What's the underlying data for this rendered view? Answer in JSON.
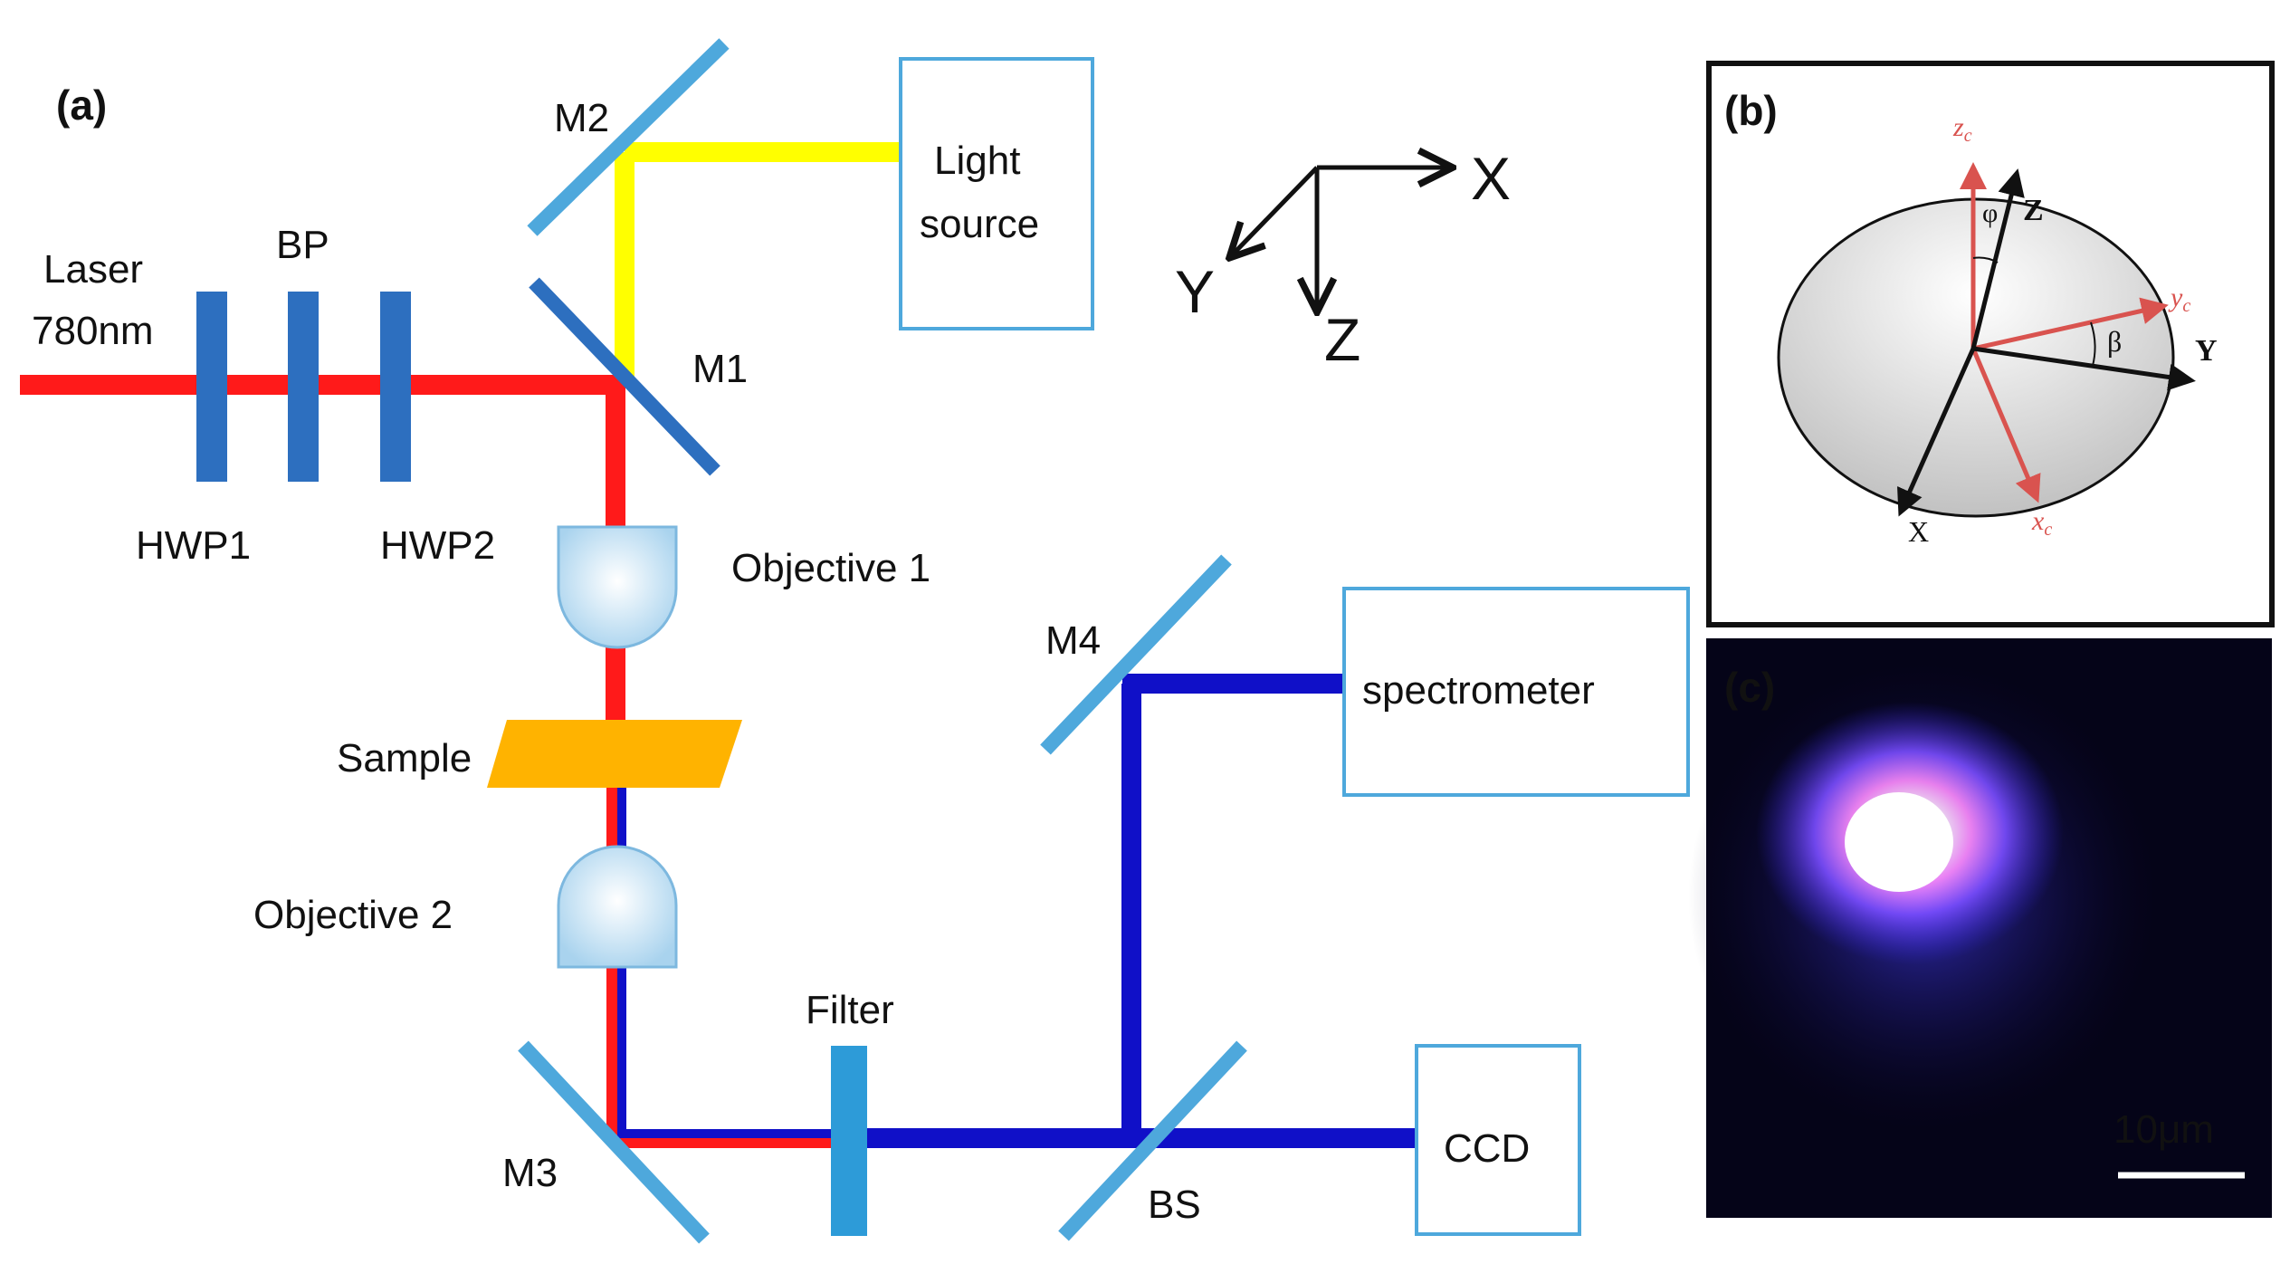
{
  "panel_a": {
    "label": "(a)",
    "laser": {
      "line1": "Laser",
      "line2": "780nm"
    },
    "bp": "BP",
    "hwp1": "HWP1",
    "hwp2": "HWP2",
    "m1": "M1",
    "m2": "M2",
    "m3": "M3",
    "m4": "M4",
    "bs": "BS",
    "light_source": {
      "line1": "Light",
      "line2": "source"
    },
    "objective1": "Objective 1",
    "objective2": "Objective 2",
    "sample": "Sample",
    "filter": "Filter",
    "spectrometer": "spectrometer",
    "ccd": "CCD",
    "axes": {
      "x": "X",
      "y": "Y",
      "z": "Z"
    }
  },
  "panel_b": {
    "label": "(b)",
    "zc": "z",
    "zc_sub": "c",
    "yc": "y",
    "yc_sub": "c",
    "xc": "x",
    "xc_sub": "c",
    "z": "Z",
    "y": "Y",
    "x": "X",
    "phi": "φ",
    "beta": "β"
  },
  "panel_c": {
    "label": "(c)",
    "scale": "10μm"
  },
  "colors": {
    "laser_red": "#ff1a1a",
    "signal_blue": "#1010c8",
    "light_yellow": "#ffff00",
    "mirror": "#4ea8dc",
    "plate": "#2d6fbf",
    "sample": "#ffb300",
    "box_border": "#4ea8dc",
    "crystal_axis": "#d9534f"
  }
}
